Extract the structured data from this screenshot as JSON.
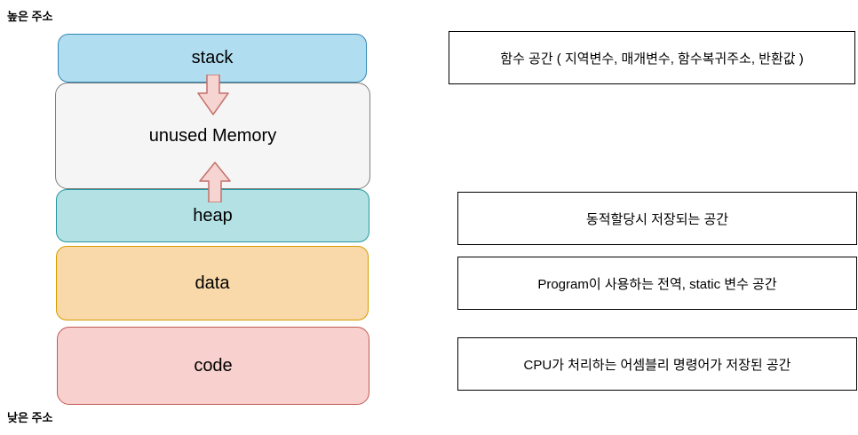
{
  "labels": {
    "high_address": "높은 주소",
    "low_address": "낮은 주소"
  },
  "memory_blocks": [
    {
      "id": "stack",
      "label": "stack",
      "fill": "#B1DDF0",
      "stroke": "#3287B5"
    },
    {
      "id": "unused",
      "label": "unused Memory",
      "fill": "#F5F5F5",
      "stroke": "#7F7F7F"
    },
    {
      "id": "heap",
      "label": "heap",
      "fill": "#B4E1E4",
      "stroke": "#27989F"
    },
    {
      "id": "data",
      "label": "data",
      "fill": "#F9D9A9",
      "stroke": "#D79B00"
    },
    {
      "id": "code",
      "label": "code",
      "fill": "#F8D0CD",
      "stroke": "#BF5B55"
    }
  ],
  "annotations": [
    {
      "for": "stack",
      "text": "함수 공간 ( 지역변수, 매개변수, 함수복귀주소, 반환값 )"
    },
    {
      "for": "heap",
      "text": "동적할당시 저장되는 공간"
    },
    {
      "for": "data",
      "text": "Program이 사용하는 전역, static 변수 공간"
    },
    {
      "for": "code",
      "text": "CPU가 처리하는 어셈블리 명령어가 저장된 공간"
    }
  ],
  "arrows": {
    "fill": "#F6D4D1",
    "stroke": "#C4706A",
    "down_meaning": "stack grows toward lower addresses",
    "up_meaning": "heap grows toward higher addresses"
  }
}
